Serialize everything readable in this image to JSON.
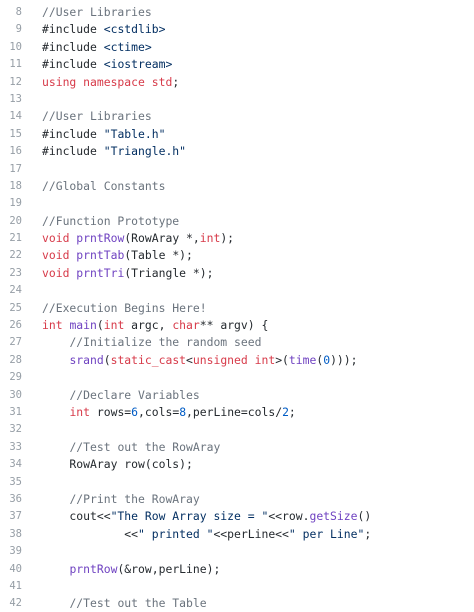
{
  "colors": {
    "comment": "#6a737d",
    "keyword": "#d73a49",
    "string": "#032f62",
    "function": "#6f42c1",
    "number": "#005cc5",
    "plain": "#24292e",
    "line_number": "#959da5"
  },
  "lines": [
    {
      "n": "8",
      "tokens": [
        {
          "t": "comment",
          "v": "//User Libraries"
        }
      ]
    },
    {
      "n": "9",
      "tokens": [
        {
          "t": "plain",
          "v": "#include "
        },
        {
          "t": "string",
          "v": "<cstdlib>"
        }
      ]
    },
    {
      "n": "10",
      "tokens": [
        {
          "t": "plain",
          "v": "#include "
        },
        {
          "t": "string",
          "v": "<ctime>"
        }
      ]
    },
    {
      "n": "11",
      "tokens": [
        {
          "t": "plain",
          "v": "#include "
        },
        {
          "t": "string",
          "v": "<iostream>"
        }
      ]
    },
    {
      "n": "12",
      "tokens": [
        {
          "t": "keyword",
          "v": "using namespace std"
        },
        {
          "t": "plain",
          "v": ";"
        }
      ]
    },
    {
      "n": "13",
      "tokens": []
    },
    {
      "n": "14",
      "tokens": [
        {
          "t": "comment",
          "v": "//User Libraries"
        }
      ]
    },
    {
      "n": "15",
      "tokens": [
        {
          "t": "plain",
          "v": "#include "
        },
        {
          "t": "string",
          "v": "\"Table.h\""
        }
      ]
    },
    {
      "n": "16",
      "tokens": [
        {
          "t": "plain",
          "v": "#include "
        },
        {
          "t": "string",
          "v": "\"Triangle.h\""
        }
      ]
    },
    {
      "n": "17",
      "tokens": []
    },
    {
      "n": "18",
      "tokens": [
        {
          "t": "comment",
          "v": "//Global Constants"
        }
      ]
    },
    {
      "n": "19",
      "tokens": []
    },
    {
      "n": "20",
      "tokens": [
        {
          "t": "comment",
          "v": "//Function Prototype"
        }
      ]
    },
    {
      "n": "21",
      "tokens": [
        {
          "t": "keyword",
          "v": "void "
        },
        {
          "t": "func",
          "v": "prntRow"
        },
        {
          "t": "plain",
          "v": "(RowAray *,"
        },
        {
          "t": "keyword",
          "v": "int"
        },
        {
          "t": "plain",
          "v": ");"
        }
      ]
    },
    {
      "n": "22",
      "tokens": [
        {
          "t": "keyword",
          "v": "void "
        },
        {
          "t": "func",
          "v": "prntTab"
        },
        {
          "t": "plain",
          "v": "(Table *);"
        }
      ]
    },
    {
      "n": "23",
      "tokens": [
        {
          "t": "keyword",
          "v": "void "
        },
        {
          "t": "func",
          "v": "prntTri"
        },
        {
          "t": "plain",
          "v": "(Triangle *);"
        }
      ]
    },
    {
      "n": "24",
      "tokens": []
    },
    {
      "n": "25",
      "tokens": [
        {
          "t": "comment",
          "v": "//Execution Begins Here!"
        }
      ]
    },
    {
      "n": "26",
      "tokens": [
        {
          "t": "keyword",
          "v": "int "
        },
        {
          "t": "func",
          "v": "main"
        },
        {
          "t": "plain",
          "v": "("
        },
        {
          "t": "keyword",
          "v": "int"
        },
        {
          "t": "plain",
          "v": " argc, "
        },
        {
          "t": "keyword",
          "v": "char"
        },
        {
          "t": "plain",
          "v": "** argv) {"
        }
      ]
    },
    {
      "n": "27",
      "tokens": [
        {
          "t": "plain",
          "v": "    "
        },
        {
          "t": "comment",
          "v": "//Initialize the random seed"
        }
      ]
    },
    {
      "n": "28",
      "tokens": [
        {
          "t": "plain",
          "v": "    "
        },
        {
          "t": "func",
          "v": "srand"
        },
        {
          "t": "plain",
          "v": "("
        },
        {
          "t": "keyword",
          "v": "static_cast"
        },
        {
          "t": "plain",
          "v": "<"
        },
        {
          "t": "keyword",
          "v": "unsigned int"
        },
        {
          "t": "plain",
          "v": ">("
        },
        {
          "t": "func",
          "v": "time"
        },
        {
          "t": "plain",
          "v": "("
        },
        {
          "t": "num",
          "v": "0"
        },
        {
          "t": "plain",
          "v": ")));"
        }
      ]
    },
    {
      "n": "29",
      "tokens": []
    },
    {
      "n": "30",
      "tokens": [
        {
          "t": "plain",
          "v": "    "
        },
        {
          "t": "comment",
          "v": "//Declare Variables"
        }
      ]
    },
    {
      "n": "31",
      "tokens": [
        {
          "t": "plain",
          "v": "    "
        },
        {
          "t": "keyword",
          "v": "int"
        },
        {
          "t": "plain",
          "v": " rows="
        },
        {
          "t": "num",
          "v": "6"
        },
        {
          "t": "plain",
          "v": ",cols="
        },
        {
          "t": "num",
          "v": "8"
        },
        {
          "t": "plain",
          "v": ",perLine=cols/"
        },
        {
          "t": "num",
          "v": "2"
        },
        {
          "t": "plain",
          "v": ";"
        }
      ]
    },
    {
      "n": "32",
      "tokens": []
    },
    {
      "n": "33",
      "tokens": [
        {
          "t": "plain",
          "v": "    "
        },
        {
          "t": "comment",
          "v": "//Test out the RowAray"
        }
      ]
    },
    {
      "n": "34",
      "tokens": [
        {
          "t": "plain",
          "v": "    RowAray row(cols);"
        }
      ]
    },
    {
      "n": "35",
      "tokens": []
    },
    {
      "n": "36",
      "tokens": [
        {
          "t": "plain",
          "v": "    "
        },
        {
          "t": "comment",
          "v": "//Print the RowAray"
        }
      ]
    },
    {
      "n": "37",
      "tokens": [
        {
          "t": "plain",
          "v": "    cout<<"
        },
        {
          "t": "string",
          "v": "\"The Row Array size = \""
        },
        {
          "t": "plain",
          "v": "<<row."
        },
        {
          "t": "func",
          "v": "getSize"
        },
        {
          "t": "plain",
          "v": "()"
        }
      ]
    },
    {
      "n": "38",
      "tokens": [
        {
          "t": "plain",
          "v": "            <<"
        },
        {
          "t": "string",
          "v": "\" printed \""
        },
        {
          "t": "plain",
          "v": "<<perLine<<"
        },
        {
          "t": "string",
          "v": "\" per Line\""
        },
        {
          "t": "plain",
          "v": ";"
        }
      ]
    },
    {
      "n": "39",
      "tokens": []
    },
    {
      "n": "40",
      "tokens": [
        {
          "t": "plain",
          "v": "    "
        },
        {
          "t": "func",
          "v": "prntRow"
        },
        {
          "t": "plain",
          "v": "(&row,perLine);"
        }
      ]
    },
    {
      "n": "41",
      "tokens": []
    },
    {
      "n": "42",
      "tokens": [
        {
          "t": "plain",
          "v": "    "
        },
        {
          "t": "comment",
          "v": "//Test out the Table"
        }
      ]
    }
  ]
}
